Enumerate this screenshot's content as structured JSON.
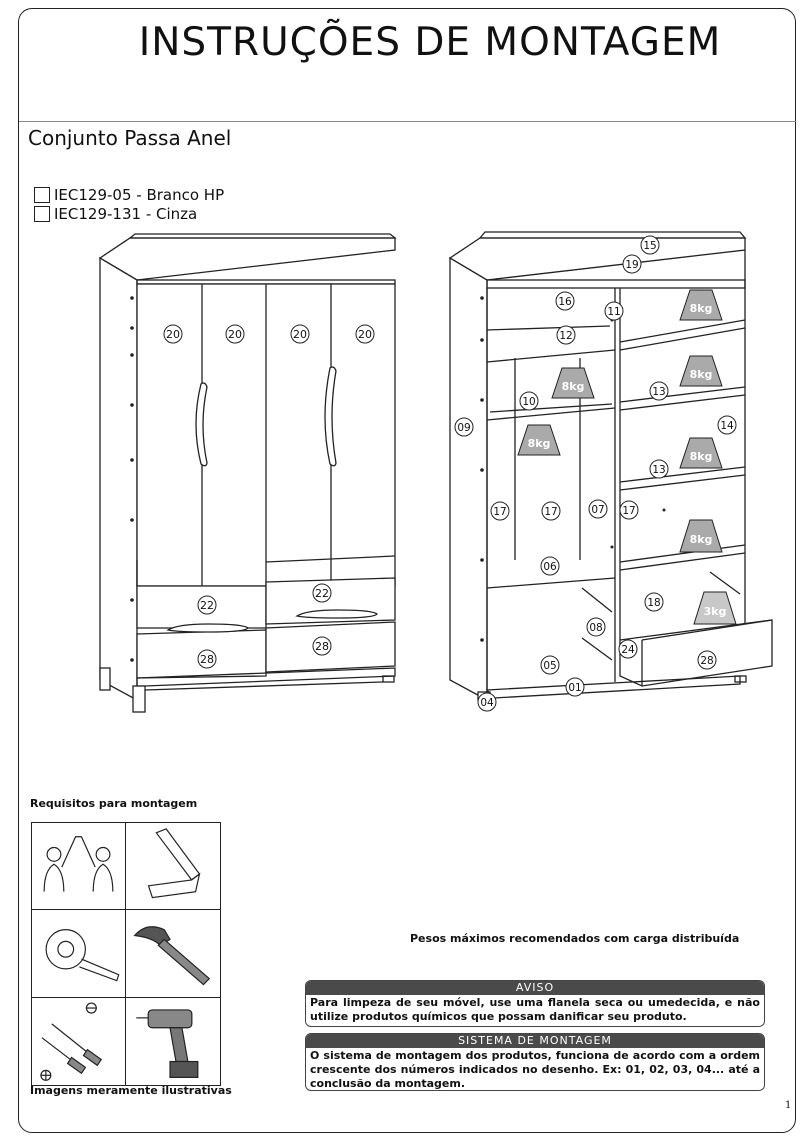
{
  "header": {
    "title": "INSTRUÇÕES DE MONTAGEM"
  },
  "product": {
    "name": "Conjunto Passa Anel",
    "options": [
      {
        "label": "IEC129-05 - Branco HP"
      },
      {
        "label": "IEC129-131 - Cinza"
      }
    ]
  },
  "front_view": {
    "door_labels": [
      "20",
      "20",
      "20",
      "20"
    ],
    "drawer_labels": [
      "22",
      "22",
      "28",
      "28"
    ]
  },
  "open_view": {
    "part_labels": [
      "15",
      "19",
      "16",
      "11",
      "12",
      "10",
      "09",
      "13",
      "14",
      "13",
      "17",
      "17",
      "07",
      "17",
      "06",
      "18",
      "08",
      "05",
      "24",
      "28",
      "01",
      "04"
    ],
    "weights": [
      "8kg",
      "8kg",
      "8kg",
      "8kg",
      "8kg",
      "8kg",
      "3kg"
    ]
  },
  "requirements": {
    "title": "Requisitos para montagem",
    "tools": [
      "two-people-icon",
      "square-ruler-icon",
      "tape-measure-icon",
      "hammer-icon",
      "screwdrivers-icon",
      "drill-icon"
    ],
    "note": "Imagens meramente ilustrativas"
  },
  "weights_note": "Pesos máximos recomendados com carga distribuída",
  "aviso": {
    "title": "AVISO",
    "text": "Para limpeza de seu móvel, use uma flanela seca ou umedecida, e não utilize produtos químicos que possam danificar seu produto."
  },
  "sistema": {
    "title": "SISTEMA DE MONTAGEM",
    "text": "O sistema de montagem dos produtos, funciona de acordo com a ordem crescente dos números indicados no desenho. Ex: 01, 02, 03, 04... até a conclusão da montagem."
  },
  "page_number": "1"
}
